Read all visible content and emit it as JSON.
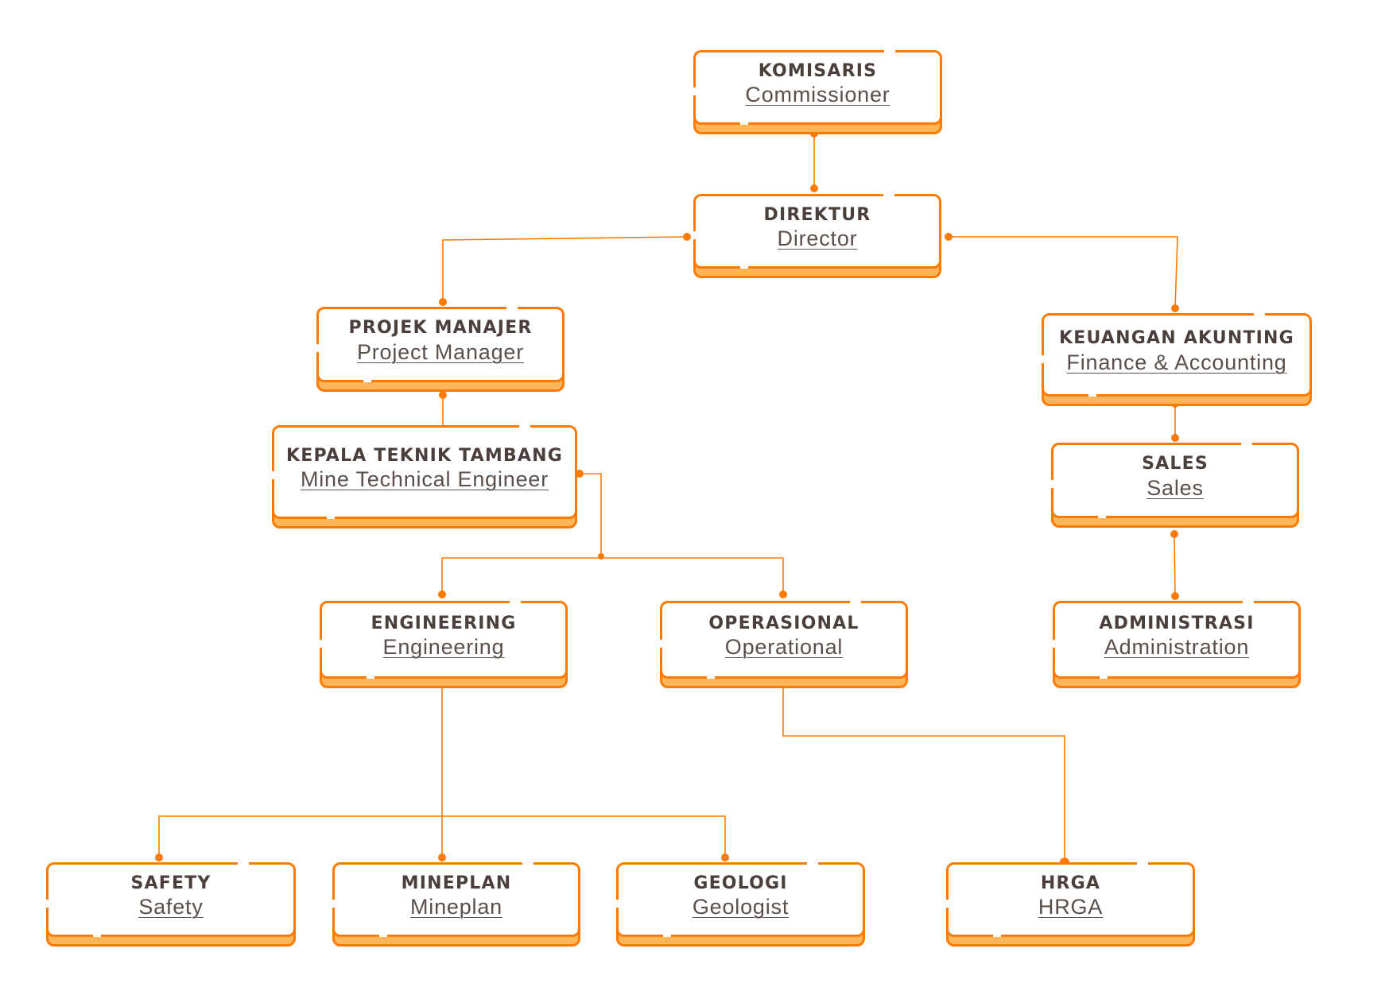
{
  "colors": {
    "accent": "#ff7a00",
    "accent_light": "#ffb55a",
    "text": "#4a3f3a",
    "background": "#ffffff"
  },
  "nodes": {
    "komisaris": {
      "title": "KOMISARIS",
      "subtitle": "Commissioner"
    },
    "direktur": {
      "title": "DIREKTUR",
      "subtitle": "Director"
    },
    "projek_manajer": {
      "title": "PROJEK MANAJER",
      "subtitle": "Project Manager"
    },
    "keuangan": {
      "title": "KEUANGAN AKUNTING",
      "subtitle": "Finance & Accounting"
    },
    "kepala_teknik": {
      "title": "KEPALA TEKNIK TAMBANG",
      "subtitle": "Mine Technical Engineer"
    },
    "sales": {
      "title": "SALES",
      "subtitle": "Sales"
    },
    "engineering": {
      "title": "ENGINEERING",
      "subtitle": "Engineering"
    },
    "operasional": {
      "title": "OPERASIONAL",
      "subtitle": "Operational"
    },
    "administrasi": {
      "title": "ADMINISTRASI",
      "subtitle": "Administration"
    },
    "safety": {
      "title": "SAFETY",
      "subtitle": "Safety"
    },
    "mineplan": {
      "title": "MINEPLAN",
      "subtitle": "Mineplan"
    },
    "geologi": {
      "title": "GEOLOGI",
      "subtitle": "Geologist"
    },
    "hrga": {
      "title": "HRGA",
      "subtitle": "HRGA"
    }
  },
  "edges": [
    {
      "from": "komisaris",
      "to": "direktur"
    },
    {
      "from": "direktur",
      "to": "projek_manajer"
    },
    {
      "from": "direktur",
      "to": "keuangan"
    },
    {
      "from": "projek_manajer",
      "to": "kepala_teknik"
    },
    {
      "from": "keuangan",
      "to": "sales"
    },
    {
      "from": "sales",
      "to": "administrasi"
    },
    {
      "from": "kepala_teknik",
      "to": "engineering"
    },
    {
      "from": "kepala_teknik",
      "to": "operasional"
    },
    {
      "from": "engineering",
      "to": "safety"
    },
    {
      "from": "engineering",
      "to": "mineplan"
    },
    {
      "from": "engineering",
      "to": "geologi"
    },
    {
      "from": "operasional",
      "to": "hrga"
    }
  ]
}
